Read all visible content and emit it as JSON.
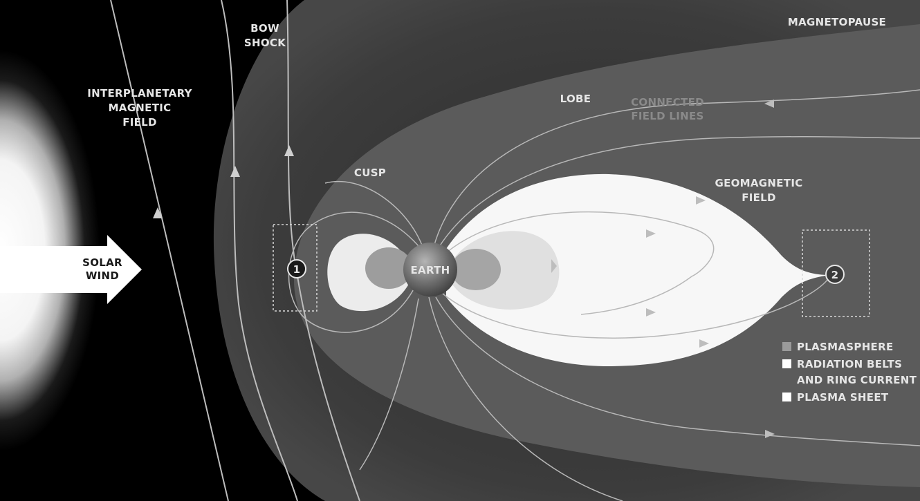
{
  "labels": {
    "bow_shock": [
      "BOW",
      "SHOCK"
    ],
    "magnetopause": "MAGNETOPAUSE",
    "imf": [
      "INTERPLANETARY",
      "MAGNETIC",
      "FIELD"
    ],
    "lobe": "LOBE",
    "connected_field_lines": [
      "CONNECTED",
      "FIELD LINES"
    ],
    "cusp": "CUSP",
    "geomagnetic_field": [
      "GEOMAGNETIC",
      "FIELD"
    ],
    "solar_wind": [
      "SOLAR",
      "WIND"
    ],
    "earth": "EARTH",
    "marker_1": "1",
    "marker_2": "2"
  },
  "legend": [
    {
      "label": "PLASMASPHERE",
      "swatch": "#9a9a9a"
    },
    {
      "label": "RADIATION BELTS",
      "label2": "AND RING CURRENT",
      "swatch": "#ffffff"
    },
    {
      "label": "PLASMA SHEET",
      "swatch": "#ffffff"
    }
  ],
  "colors": {
    "background": "#000000",
    "magnetosheath": "#3a3a3a",
    "magnetosphere": "#5a5a5a",
    "plasma_sheet": "#f7f7f7",
    "radiation_belts": "#ffffff",
    "plasmasphere": "#9d9d9d",
    "field_lines": "#bdbdbd"
  }
}
